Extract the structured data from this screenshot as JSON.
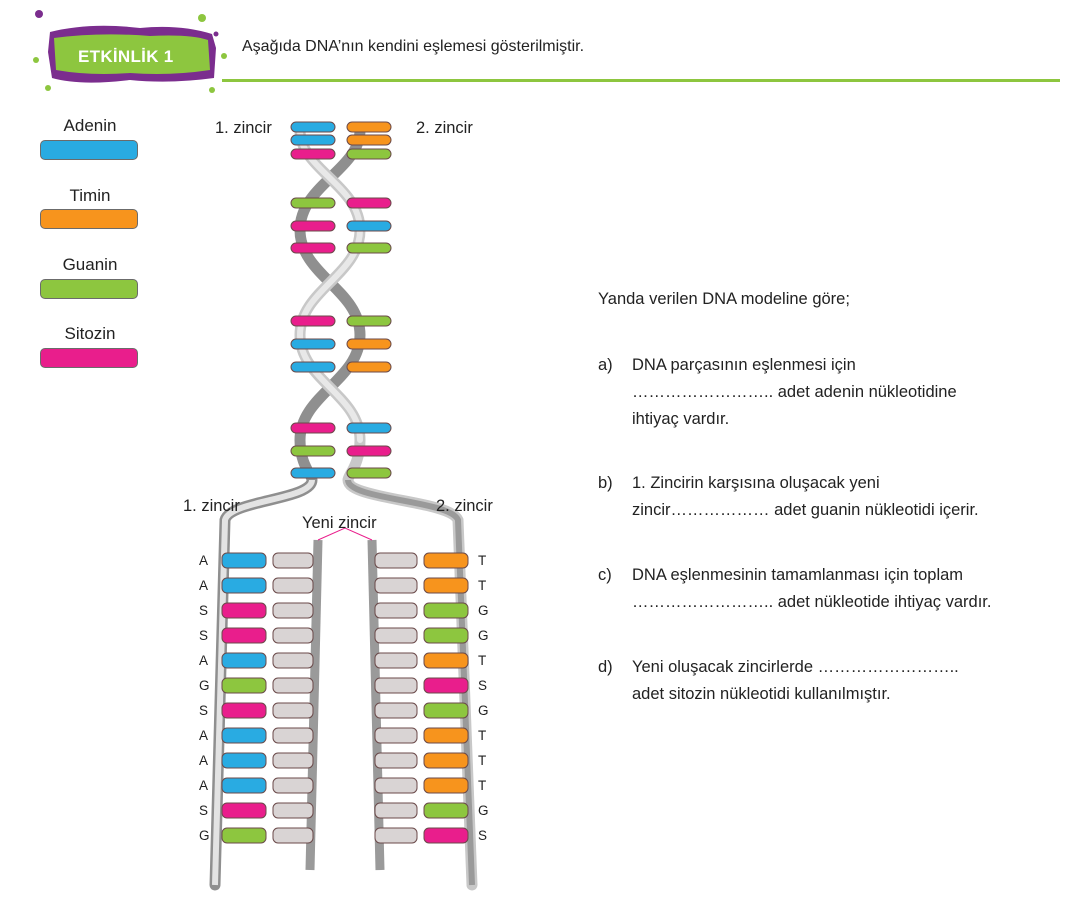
{
  "header": {
    "badge_label": "ETKİNLİK 1",
    "title": "Aşağıda DNA’nın kendini eşlemesi gösterilmiştir.",
    "badge_color": "#8dc63f",
    "badge_border_color": "#7b2d8e",
    "rule_color": "#8dc63f"
  },
  "legend": [
    {
      "label": "Adenin",
      "color": "#29abe2"
    },
    {
      "label": "Timin",
      "color": "#f7941d"
    },
    {
      "label": "Guanin",
      "color": "#8dc63f"
    },
    {
      "label": "Sitozin",
      "color": "#e91e8c"
    }
  ],
  "diagram": {
    "top_strand1_label": "1. zincir",
    "top_strand2_label": "2. zincir",
    "bottom_strand1_label": "1. zincir",
    "bottom_strand2_label": "2. zincir",
    "new_strand_label": "Yeni zincir",
    "helix_pairs": [
      [
        "A",
        "T"
      ],
      [
        "A",
        "T"
      ],
      [
        "S",
        "G"
      ],
      [
        "G",
        "S"
      ],
      [
        "S",
        "A"
      ],
      [
        "S",
        "G"
      ],
      [
        "S",
        "G"
      ],
      [
        "A",
        "T"
      ],
      [
        "A",
        "T"
      ],
      [
        "S",
        "A"
      ],
      [
        "G",
        "S"
      ],
      [
        "A",
        "G"
      ]
    ],
    "strand1_bases": [
      "A",
      "A",
      "S",
      "S",
      "A",
      "G",
      "S",
      "A",
      "A",
      "A",
      "S",
      "G"
    ],
    "strand2_bases": [
      "T",
      "T",
      "G",
      "G",
      "T",
      "S",
      "G",
      "T",
      "T",
      "T",
      "G",
      "S"
    ],
    "new_nucleotide_color": "#d9d4d4"
  },
  "questions": {
    "intro": "Yanda verilen DNA modeline göre;",
    "a": {
      "letter": "a)",
      "lines": [
        "DNA parçasının eşlenmesi için",
        "…………………….. adet adenin nükleotidine",
        "ihtiyaç vardır."
      ]
    },
    "b": {
      "letter": "b)",
      "lines": [
        "1. Zincirin karşısına oluşacak yeni",
        "zincir……………… adet guanin nükleotidi içerir."
      ]
    },
    "c": {
      "letter": "c)",
      "lines": [
        "DNA eşlenmesinin tamamlanması için toplam",
        "…………………….. adet nükleotide ihtiyaç vardır."
      ]
    },
    "d": {
      "letter": "d)",
      "lines": [
        "Yeni oluşacak zincirlerde ……………………..",
        "adet sitozin nükleotidi kullanılmıştır."
      ]
    }
  }
}
